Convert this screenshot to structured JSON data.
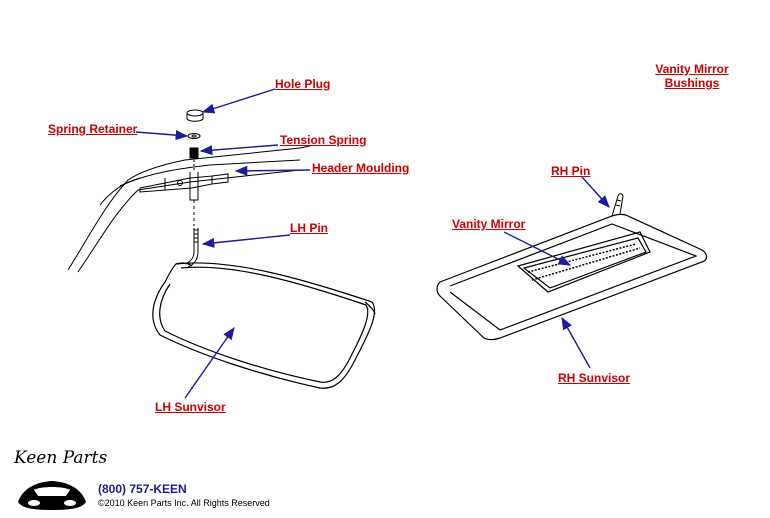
{
  "labels": {
    "hole_plug": "Hole Plug",
    "spring_retainer": "Spring Retainer",
    "tension_spring": "Tension Spring",
    "header_moulding": "Header Moulding",
    "lh_pin": "LH Pin",
    "lh_sunvisor": "LH Sunvisor",
    "vanity_mirror_bushings_line1": "Vanity Mirror",
    "vanity_mirror_bushings_line2": "Bushings",
    "rh_pin": "RH Pin",
    "vanity_mirror": "Vanity Mirror",
    "rh_sunvisor": "RH Sunvisor"
  },
  "footer": {
    "logo": "Keen Parts",
    "phone": "(800) 757-KEEN",
    "copyright": "©2010 Keen Parts Inc. All Rights Reserved"
  },
  "colors": {
    "label": "#cc0000",
    "arrow": "#1c1c9c",
    "line": "#000000"
  }
}
